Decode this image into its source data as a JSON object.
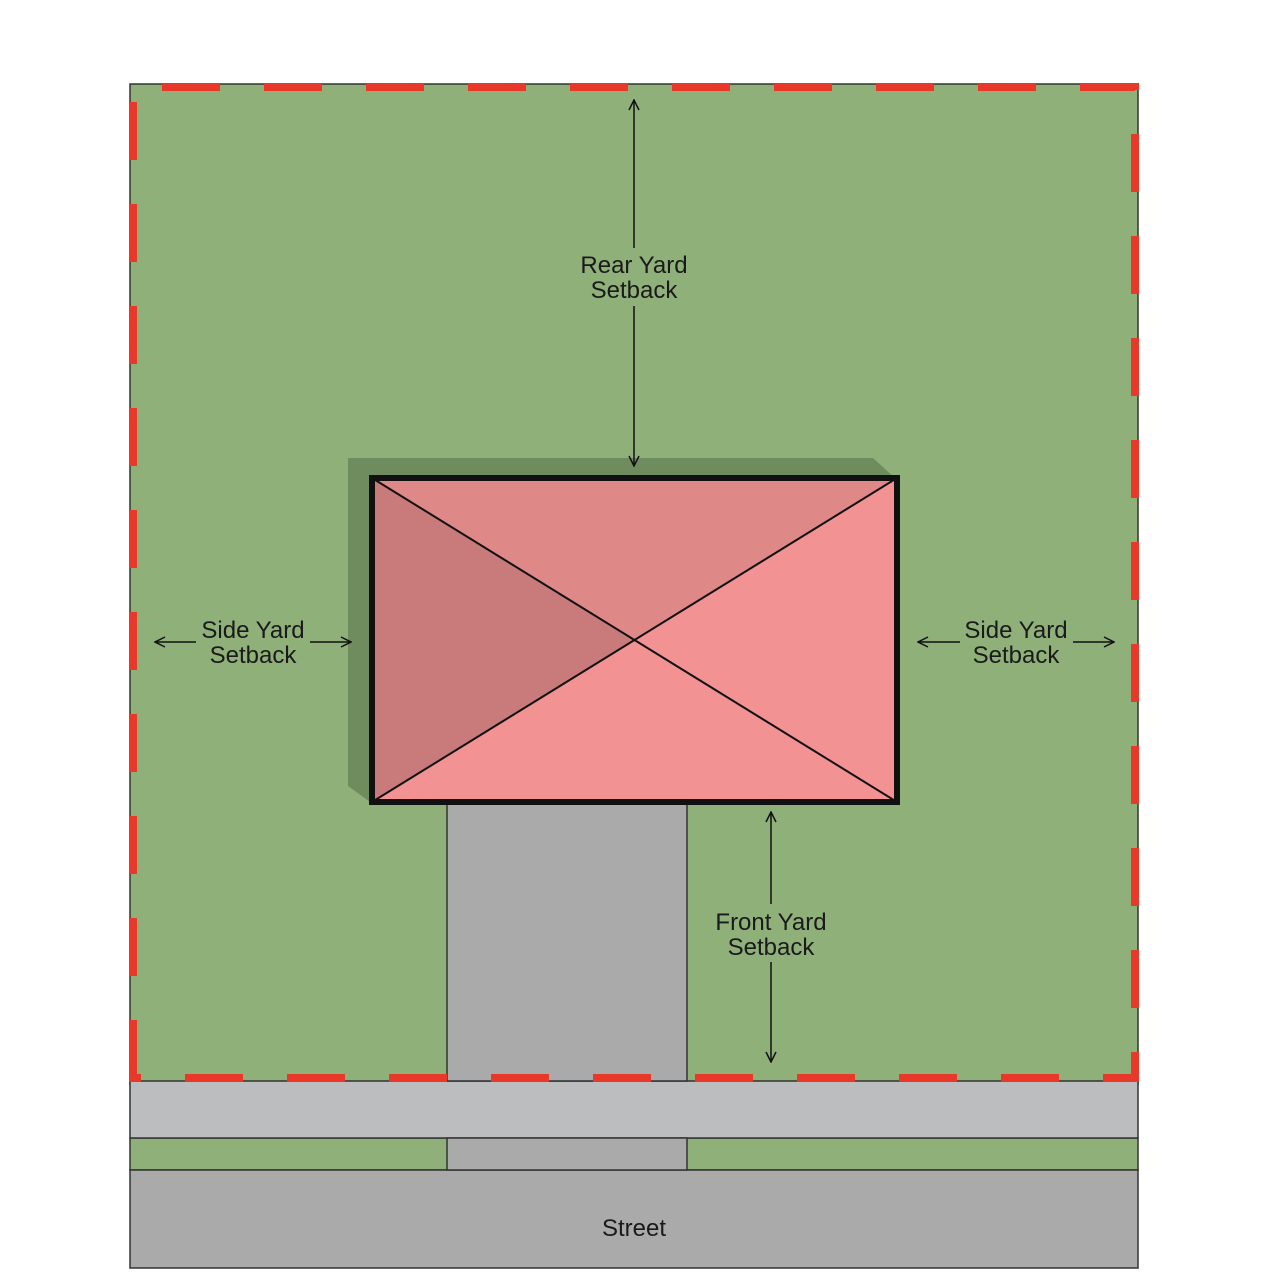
{
  "colors": {
    "lawn": "#90b07a",
    "lot_line": "#e8382a",
    "house_roof_light": "#f29292",
    "house_roof_mid": "#df8888",
    "house_roof_dark": "#c97b7b",
    "house_shadow": "#6f8c5e",
    "driveway": "#aaaaaa",
    "sidewalk": "#bcbdbe",
    "street": "#aaaaaa",
    "outline": "#111111"
  },
  "labels": {
    "rear_line1": "Rear Yard",
    "rear_line2": "Setback",
    "side_left_line1": "Side Yard",
    "side_left_line2": "Setback",
    "side_right_line1": "Side Yard",
    "side_right_line2": "Setback",
    "front_line1": "Front Yard",
    "front_line2": "Setback",
    "street": "Street"
  }
}
